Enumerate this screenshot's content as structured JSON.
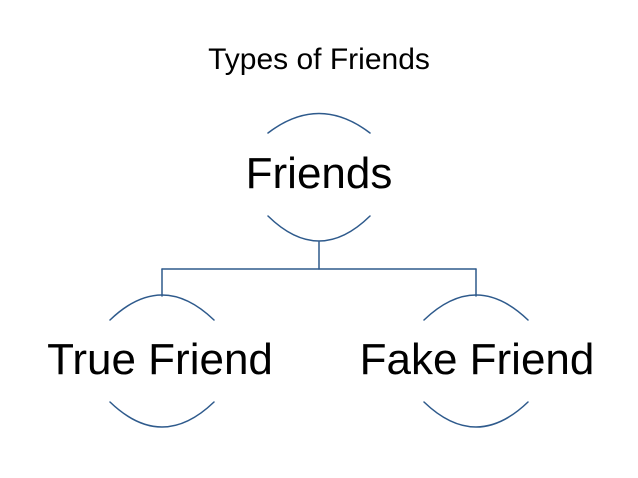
{
  "title": "Types of Friends",
  "root": {
    "label": "Friends"
  },
  "children": [
    {
      "label": "True Friend"
    },
    {
      "label": "Fake Friend"
    }
  ],
  "colors": {
    "line": "#2e5a8c",
    "text": "#000000",
    "background": "#ffffff"
  }
}
